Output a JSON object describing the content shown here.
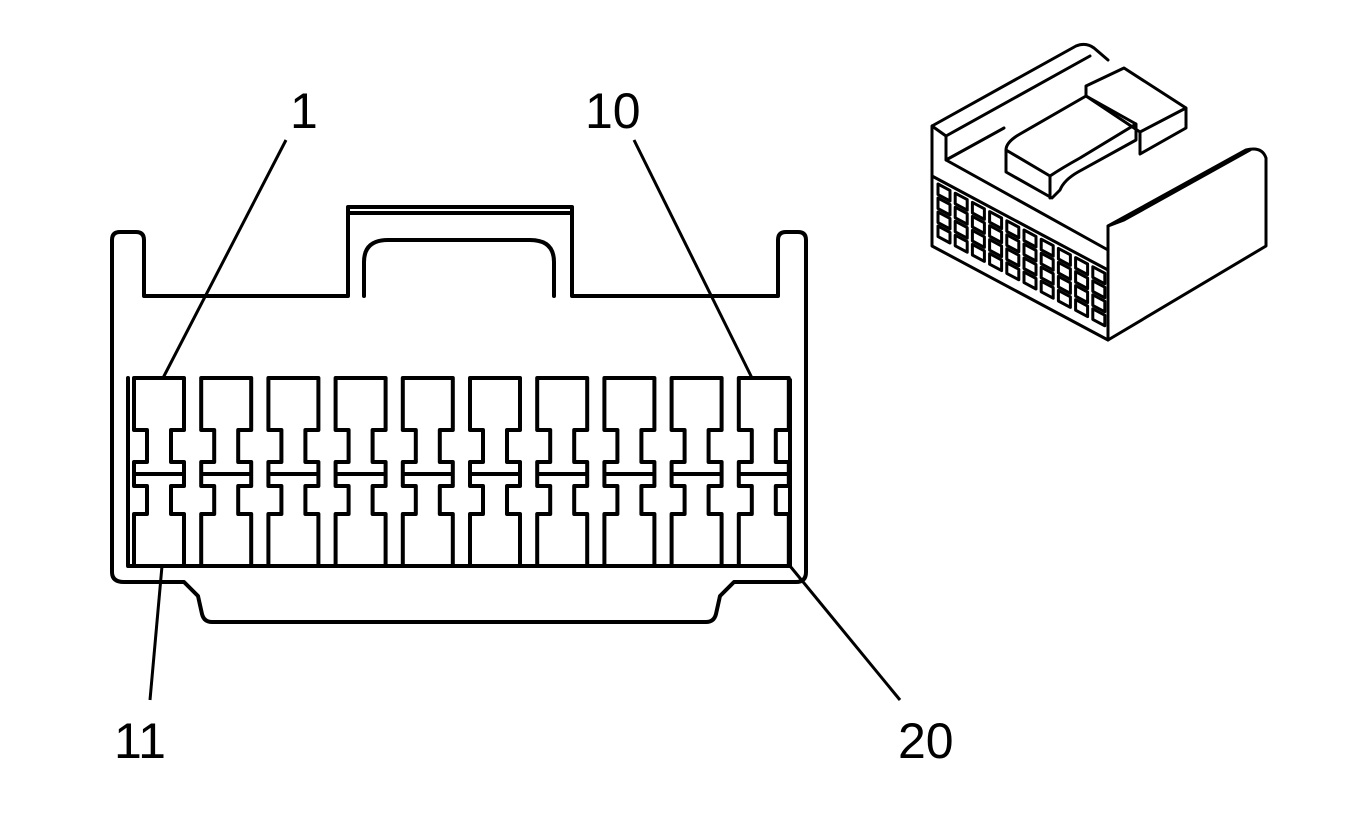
{
  "labels": {
    "pin_1": "1",
    "pin_10": "10",
    "pin_11": "11",
    "pin_20": "20"
  },
  "connector": {
    "cavities_per_row": 10,
    "rows": 2,
    "total_pins": 20
  }
}
